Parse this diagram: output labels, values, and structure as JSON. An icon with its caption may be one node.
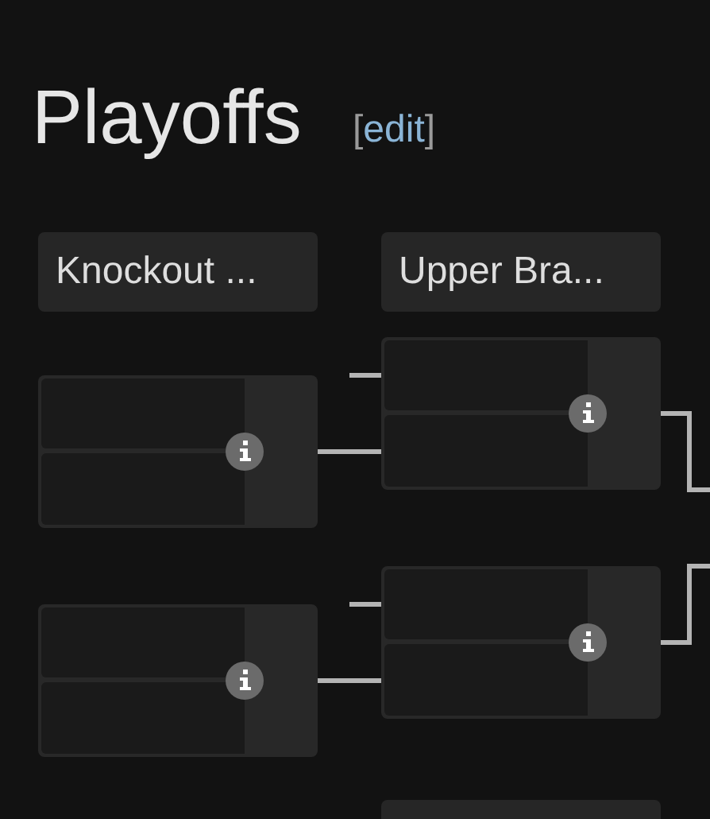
{
  "diagram": {
    "title": "Playoffs",
    "nodes": [
      {
        "text": [
          "Knockout ..."
        ]
      },
      {
        "text": [
          "Upper Bra..."
        ]
      },
      {
        "text": [],
        "shape": "box"
      },
      {
        "text": [],
        "shape": "box",
        "in": 2
      },
      {
        "text": [],
        "shape": "box",
        "in": 2
      },
      {
        "text": [],
        "shape": "box"
      },
      {
        "text": [],
        "shape": "box",
        "in": 5
      },
      {
        "text": [],
        "shape": "box",
        "in": 5
      },
      {
        "text": [],
        "shape": "box"
      },
      {
        "text": [],
        "shape": "box",
        "in": 8
      },
      {
        "text": [],
        "shape": "box",
        "in": 8
      },
      {
        "text": [],
        "shape": "box"
      },
      {
        "text": [],
        "shape": "box",
        "in": 11
      },
      {
        "text": [],
        "shape": "box",
        "in": 11
      },
      {
        "text": [],
        "shape": "box"
      }
    ],
    "edges": [
      {
        "from": 2,
        "to": 8,
        "arrow": "none"
      },
      {
        "from": null,
        "to": 8,
        "arrow": "none"
      },
      {
        "from": 5,
        "to": 11,
        "arrow": "none"
      },
      {
        "from": null,
        "to": 11,
        "arrow": "none"
      },
      {
        "from": 8,
        "to": null,
        "arrow": "none"
      },
      {
        "from": 11,
        "to": null,
        "arrow": "none"
      }
    ],
    "labels": [
      "[edit]"
    ]
  }
}
